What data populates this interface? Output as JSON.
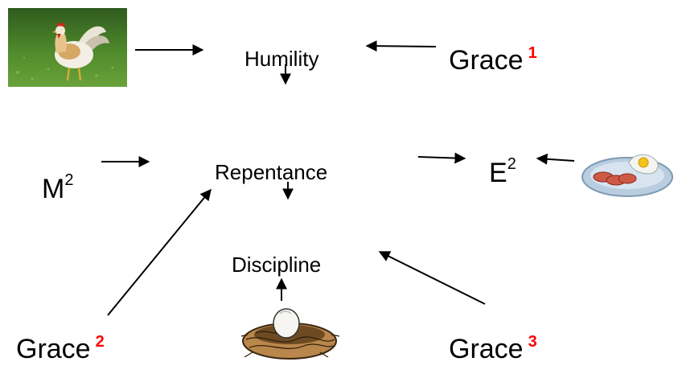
{
  "nodes": {
    "humility": "Humility",
    "repentance": "Repentance",
    "discipline": "Discipline",
    "grace_top": {
      "text": "Grace",
      "sup": "1"
    },
    "grace_left": {
      "text": "Grace",
      "sup": "2"
    },
    "grace_right": {
      "text": "Grace",
      "sup": "3"
    },
    "m_squared": {
      "base": "M",
      "exp": "2"
    },
    "e_squared": {
      "base": "E",
      "exp": "2"
    }
  },
  "images": {
    "rooster": "rooster-photo",
    "eggs_plate": "eggs-and-sausage-plate",
    "nest": "nest-with-egg"
  },
  "colors": {
    "text": "#000000",
    "superscript_accent": "#ff0000",
    "background": "#ffffff"
  }
}
